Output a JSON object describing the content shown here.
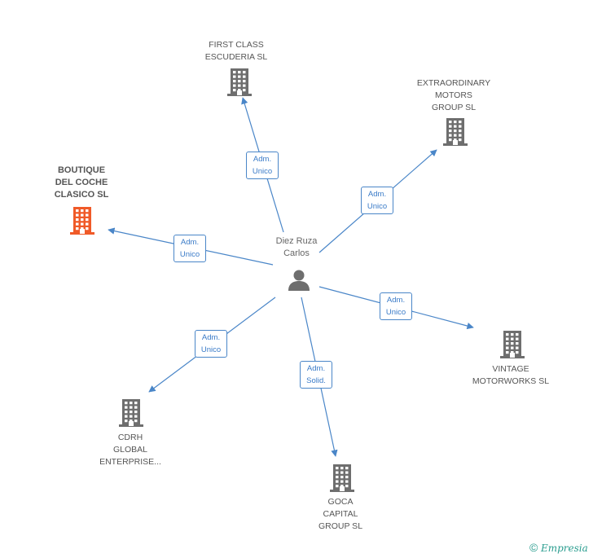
{
  "center": {
    "name": "Diez Ruza\nCarlos",
    "icon": "person-icon"
  },
  "companies": [
    {
      "id": "first-class",
      "label": "FIRST CLASS\nESCUDERIA SL",
      "highlight": false
    },
    {
      "id": "extraordinary",
      "label": "EXTRAORDINARY\nMOTORS\nGROUP SL",
      "highlight": false
    },
    {
      "id": "boutique",
      "label": "BOUTIQUE\nDEL COCHE\nCLASICO SL",
      "highlight": true
    },
    {
      "id": "vintage",
      "label": "VINTAGE\nMOTORWORKS SL",
      "highlight": false
    },
    {
      "id": "cdrh",
      "label": "CDRH\nGLOBAL\nENTERPRISE...",
      "highlight": false
    },
    {
      "id": "goca",
      "label": "GOCA\nCAPITAL\nGROUP SL",
      "highlight": false
    }
  ],
  "relations": [
    {
      "to": "first-class",
      "label": "Adm.\nUnico"
    },
    {
      "to": "extraordinary",
      "label": "Adm.\nUnico"
    },
    {
      "to": "boutique",
      "label": "Adm.\nUnico"
    },
    {
      "to": "vintage",
      "label": "Adm.\nUnico"
    },
    {
      "to": "cdrh",
      "label": "Adm.\nUnico"
    },
    {
      "to": "goca",
      "label": "Adm.\nSolid."
    }
  ],
  "colors": {
    "edge": "#4a86c8",
    "building": "#6e6e6e",
    "building_highlight": "#f05a28"
  },
  "footer": {
    "copyright_symbol": "©",
    "brand": "Empresia"
  }
}
